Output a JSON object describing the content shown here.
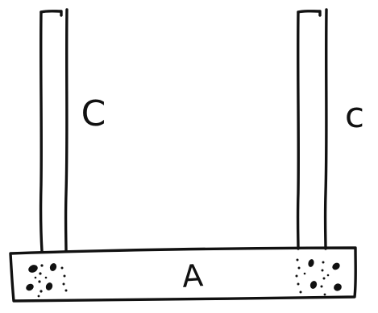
{
  "diagram": {
    "base_label": "A",
    "left_column_label": "C",
    "right_column_label": "c",
    "ink_color": "#111111",
    "background_color": "#ffffff"
  }
}
